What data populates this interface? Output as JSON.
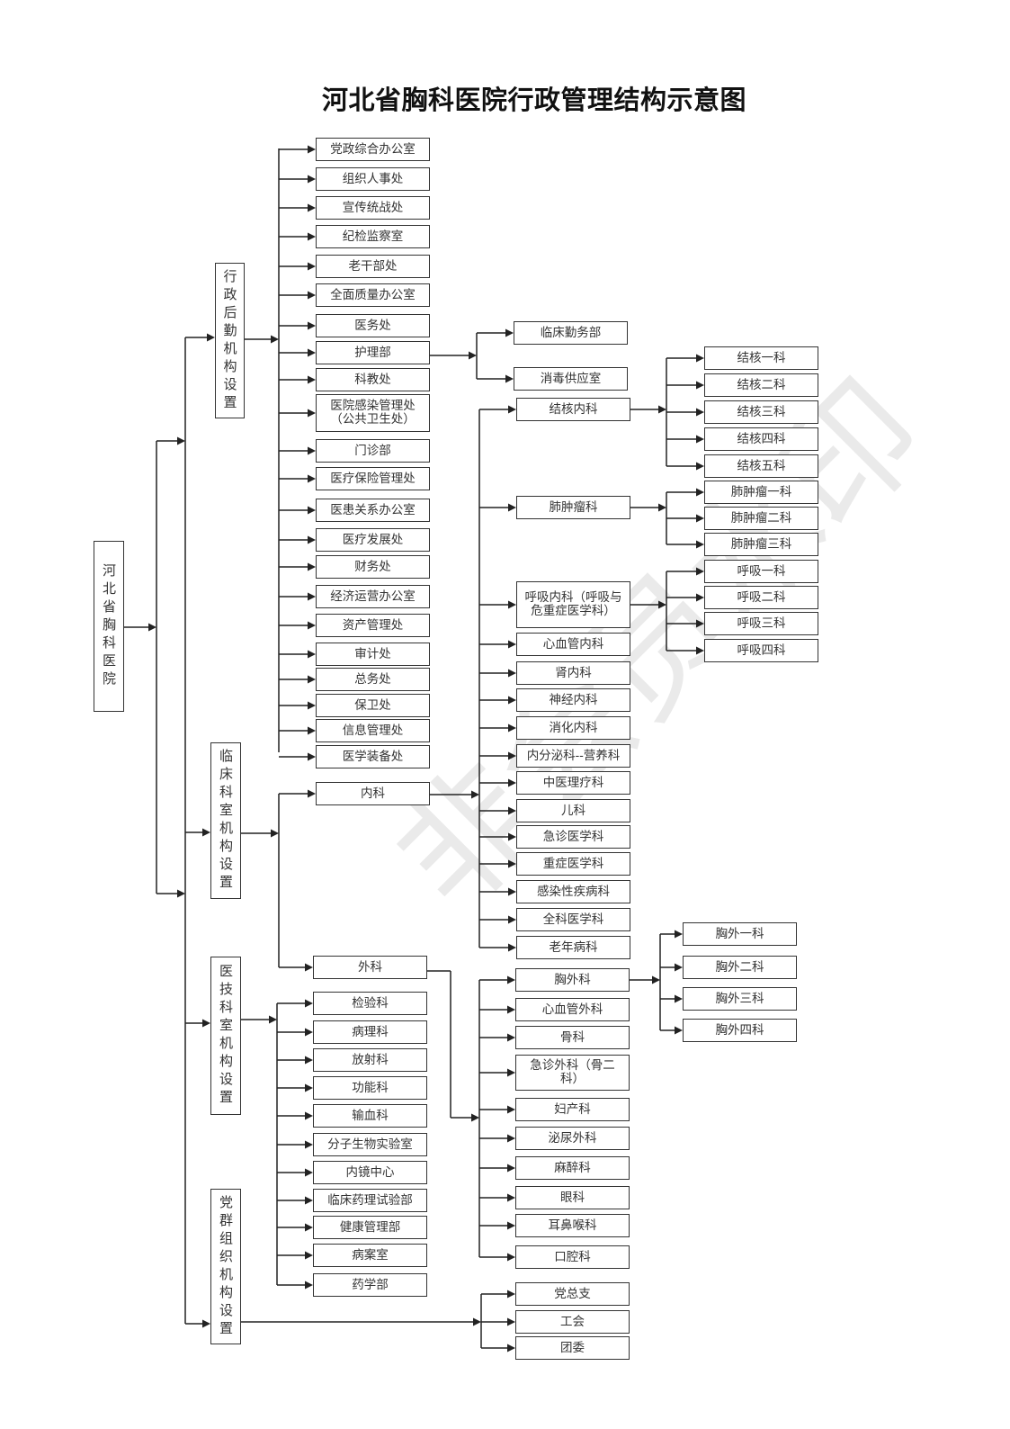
{
  "title": "河北省胸科医院行政管理结构示意图",
  "watermark": "非会员水印",
  "root": {
    "id": "root",
    "label": "河北省胸科医院"
  },
  "categories": [
    {
      "id": "cat-admin",
      "label": "行政后勤机构设置"
    },
    {
      "id": "cat-clinical",
      "label": "临床科室机构设置"
    },
    {
      "id": "cat-medtech",
      "label": "医技科室机构设置"
    },
    {
      "id": "cat-party",
      "label": "党群组织机构设置"
    }
  ],
  "admin_departments": [
    "党政综合办公室",
    "组织人事处",
    "宣传统战处",
    "纪检监察室",
    "老干部处",
    "全面质量办公室",
    "医务处",
    "护理部",
    "科教处",
    "医院感染管理处（公共卫生处）",
    "门诊部",
    "医疗保险管理处",
    "医患关系办公室",
    "医疗发展处",
    "财务处",
    "经济运营办公室",
    "资产管理处",
    "审计处",
    "总务处",
    "保卫处",
    "信息管理处",
    "医学装备处"
  ],
  "nursing_children": [
    "临床勤务部",
    "消毒供应室"
  ],
  "clinical_groups": [
    "内科",
    "外科"
  ],
  "internal_medicine": [
    "结核内科",
    "肺肿瘤科",
    "呼吸内科（呼吸与危重症医学科）",
    "心血管内科",
    "肾内科",
    "神经内科",
    "消化内科",
    "内分泌科--营养科",
    "中医理疗科",
    "儿科",
    "急诊医学科",
    "重症医学科",
    "感染性疾病科",
    "全科医学科",
    "老年病科"
  ],
  "tb_wards": [
    "结核一科",
    "结核二科",
    "结核三科",
    "结核四科",
    "结核五科"
  ],
  "lung_tumor_wards": [
    "肺肿瘤一科",
    "肺肿瘤二科",
    "肺肿瘤三科"
  ],
  "respiratory_wards": [
    "呼吸一科",
    "呼吸二科",
    "呼吸三科",
    "呼吸四科"
  ],
  "surgery": [
    "胸外科",
    "心血管外科",
    "骨科",
    "急诊外科（骨二科）",
    "妇产科",
    "泌尿外科",
    "麻醉科",
    "眼科",
    "耳鼻喉科",
    "口腔科"
  ],
  "thoracic_wards": [
    "胸外一科",
    "胸外二科",
    "胸外三科",
    "胸外四科"
  ],
  "medtech_departments": [
    "检验科",
    "病理科",
    "放射科",
    "功能科",
    "输血科",
    "分子生物实验室",
    "内镜中心",
    "临床药理试验部",
    "健康管理部",
    "病案室",
    "药学部"
  ],
  "party_organizations": [
    "党总支",
    "工会",
    "团委"
  ],
  "colors": {
    "line": "#222222",
    "border": "#333333",
    "text": "#333333",
    "watermark": "#e3e3e3"
  }
}
